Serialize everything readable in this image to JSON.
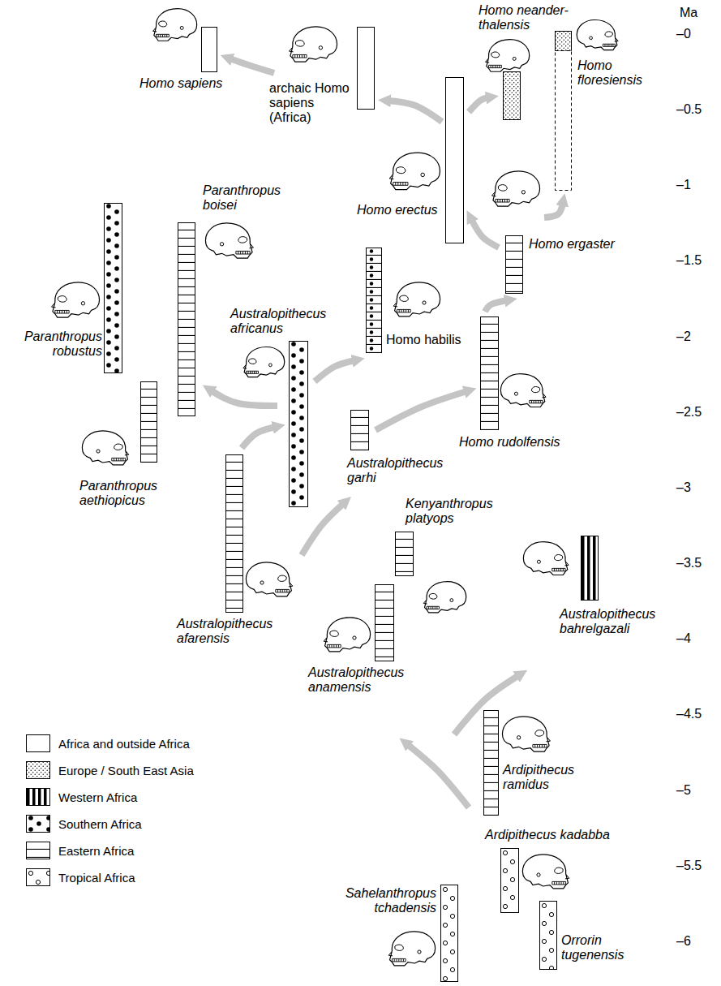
{
  "diagram": {
    "nodes": [
      {
        "text": [
          "Homo neander- thalensis"
        ]
      },
      {
        "text": [
          "Homo floresiensis"
        ]
      },
      {
        "text": [
          "Homo sapiens"
        ]
      },
      {
        "text": [
          "archaic Homo sapiens (Africa)"
        ]
      },
      {
        "text": [
          "Paranthropus boisei"
        ]
      },
      {
        "text": [
          "Homo erectus"
        ]
      },
      {
        "text": [
          "Homo ergaster"
        ]
      },
      {
        "text": [
          "Paranthropus robustus"
        ]
      },
      {
        "text": [
          "Australopithecus africanus"
        ]
      },
      {
        "text": [
          "Homo habilis"
        ]
      },
      {
        "text": [
          "Paranthropus aethiopicus"
        ]
      },
      {
        "text": [
          "Homo rudolfensis"
        ]
      },
      {
        "text": [
          "Australopithecus garhi"
        ]
      },
      {
        "text": [
          "Kenyanthropus platyops"
        ]
      },
      {
        "text": [
          "Australopithecus bahrelgazali"
        ]
      },
      {
        "text": [
          "Australopithecus afarensis"
        ]
      },
      {
        "text": [
          "Australopithecus anamensis"
        ]
      },
      {
        "text": [
          "Ardipithecus ramidus"
        ]
      },
      {
        "text": [
          "Ardipithecus kadabba"
        ]
      },
      {
        "text": [
          "Sahelanthropus tchadensis"
        ]
      },
      {
        "text": [
          "Orrorin tugenensis"
        ]
      }
    ],
    "edges": [
      {
        "from": 3,
        "to": 2,
        "arrow": "to"
      },
      {
        "from": 5,
        "to": 3,
        "arrow": "to"
      },
      {
        "from": 5,
        "to": 0,
        "arrow": "to"
      },
      {
        "from": 6,
        "to": 5,
        "arrow": "to"
      },
      {
        "from": 6,
        "to": 1,
        "arrow": "to"
      },
      {
        "from": 11,
        "to": 6,
        "arrow": "to"
      },
      {
        "from": 12,
        "to": 11,
        "arrow": "to"
      },
      {
        "from": 8,
        "to": 9,
        "arrow": "to"
      },
      {
        "from": 8,
        "to": 4,
        "arrow": "to"
      },
      {
        "from": 15,
        "to": 8,
        "arrow": "to"
      },
      {
        "from": 15,
        "to": 12,
        "arrow": "to"
      },
      {
        "from": 16,
        "to": 14,
        "arrow": "to"
      },
      {
        "from": 17,
        "to": 16,
        "arrow": "to"
      }
    ],
    "labels": [
      "Ma",
      "–0",
      "–0.5",
      "–1",
      "–1.5",
      "–2",
      "–2.5",
      "–3",
      "–3.5",
      "–4",
      "–4.5",
      "–5",
      "–5.5",
      "–6"
    ],
    "legend": [
      {
        "text": "Africa and outside Africa"
      },
      {
        "text": "Europe / South East Asia"
      },
      {
        "text": "Western Africa"
      },
      {
        "text": "Southern Africa"
      },
      {
        "text": "Eastern Africa"
      },
      {
        "text": "Tropical Africa"
      }
    ]
  }
}
